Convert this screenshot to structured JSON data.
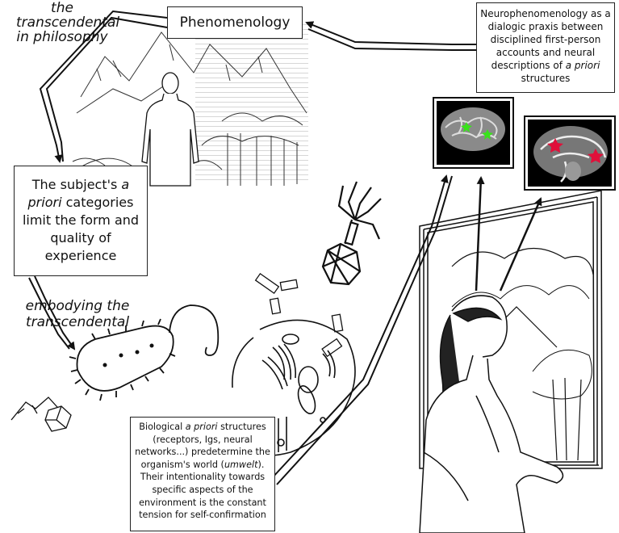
{
  "labels": {
    "transcendental_line1": "the",
    "transcendental_line2": "transcendental",
    "transcendental_line3": "in philosophy",
    "embodying_line1": "embodying the",
    "embodying_line2": "transcendental"
  },
  "boxes": {
    "phenomenology": "Phenomenology",
    "neuro": {
      "l1": "Neurophenomenology as a",
      "l2": "dialogic praxis between",
      "l3": "disciplined first-person",
      "l4": "accounts and neural",
      "l5a": "descriptions of ",
      "l5b": "a priori",
      "l6": "structures"
    },
    "subject": {
      "l1a": "The subject's ",
      "l1b": "a",
      "l2a": "priori",
      "l2b": " categories",
      "l3": "limit the form and",
      "l4": "quality of",
      "l5": "experience"
    },
    "bio": {
      "l1a": "Biological ",
      "l1b": "a priori",
      "l1c": " structures",
      "l2": "(receptors, Igs, neural",
      "l3": "networks...) predetermine the",
      "l4a": "organism's world (",
      "l4b": "umwelt",
      "l4c": ").",
      "l5": "Their intentionality towards",
      "l6": "specific aspects of the",
      "l7": "environment is the constant",
      "l8": "tension for self-confirmation"
    }
  },
  "colors": {
    "line": "#111111",
    "brain_background": "#000000",
    "marker_green": "#39e21b",
    "marker_red": "#e0103a"
  },
  "icons": [
    "mountain-scene",
    "standing-man",
    "bacterium",
    "bacteriophage",
    "cell",
    "receptor-blocks",
    "brain-scan-lateral",
    "brain-scan-sagittal",
    "woman-at-window",
    "mountain-rock-sketch"
  ]
}
